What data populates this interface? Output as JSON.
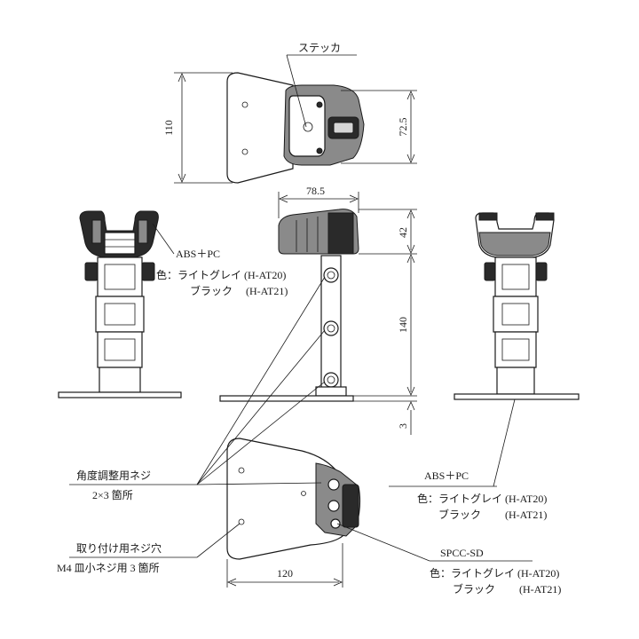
{
  "labels": {
    "sticker": "ステッカ",
    "left_material": "ABS＋PC",
    "left_color_gray": "色：ライトグレイ (H-AT20)",
    "left_color_black": "ブラック　 (H-AT21)",
    "angle_screw": "角度調整用ネジ",
    "angle_screw_count": "2×3 箇所",
    "mount_hole": "取り付け用ネジ穴",
    "mount_hole_spec": "M4 皿小ネジ用 3 箇所",
    "right_material": "ABS＋PC",
    "right_color_gray": "色：ライトグレイ (H-AT20)",
    "right_color_black": "ブラック　　 (H-AT21)",
    "base_material": "SPCC-SD",
    "base_color_gray": "色：ライトグレイ (H-AT20)",
    "base_color_black": "ブラック　　 (H-AT21)"
  },
  "dimensions": {
    "top_height": "110",
    "top_inner": "72.5",
    "depth": "78.5",
    "head_height": "42",
    "arm_height": "140",
    "base_thickness": "3",
    "base_width": "120"
  }
}
